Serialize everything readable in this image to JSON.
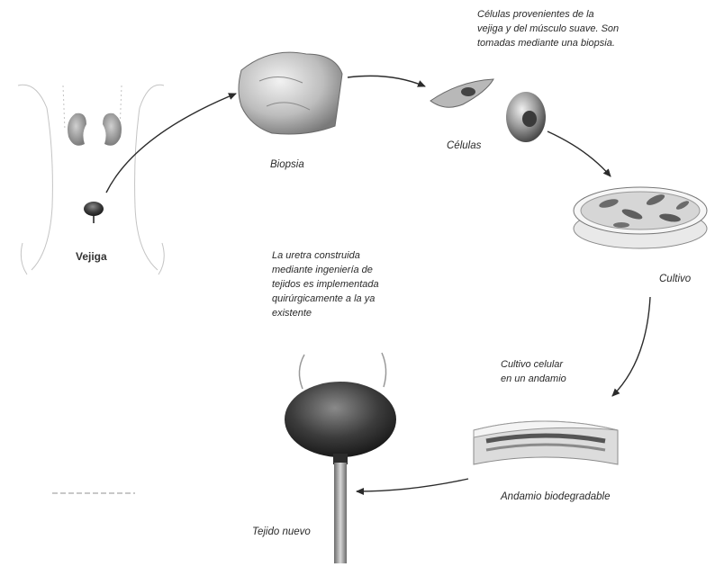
{
  "labels": {
    "vejiga": "Vejiga",
    "biopsia": "Biopsia",
    "celulas": "Células",
    "cultivo": "Cultivo",
    "andamio_biodegradable": "Andamio biodegradable",
    "tejido_nuevo": "Tejido nuevo"
  },
  "notes": {
    "cells_source": [
      "Células provenientes de la",
      "vejiga y del músculo suave. Son",
      "tomadas mediante una biopsia."
    ],
    "scaffold_culture": [
      "Cultivo celular",
      "en un andamio"
    ],
    "urethra": [
      "La uretra construida",
      "mediante ingeniería de",
      "tejidos es implementada",
      "quirúrgicamente a la ya",
      "existente"
    ]
  },
  "colors": {
    "arrow": "#2b2b2b",
    "text": "#2a2a2a",
    "body_outline": "#bbbbbb",
    "organ_dark": "#3a3a3a"
  }
}
